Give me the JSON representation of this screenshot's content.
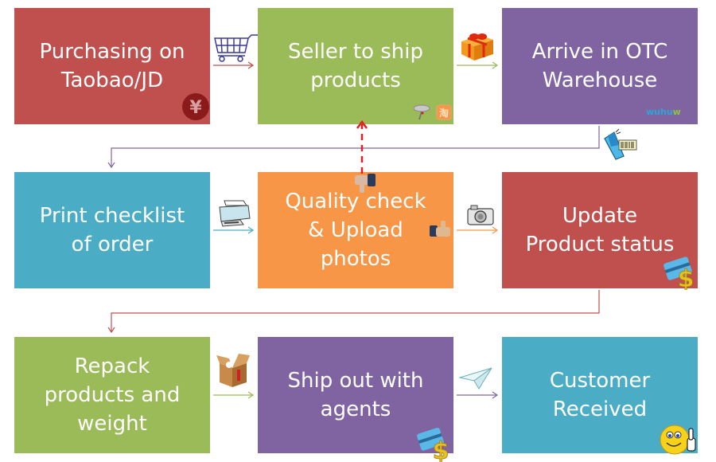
{
  "steps": [
    {
      "label": "Purchasing on\nTaobao/JD",
      "color": "#c0504d",
      "icon": "yen-coin-icon"
    },
    {
      "label": "Seller to ship\nproducts",
      "color": "#9bbb59",
      "icon": "courier-icon"
    },
    {
      "label": "Arrive in OTC\nWarehouse",
      "color": "#8064a2",
      "icon": "wuhuw-logo"
    },
    {
      "label": "Print checklist\nof order",
      "color": "#4bacc6",
      "icon": "printer-icon"
    },
    {
      "label": "Quality check\n& Upload\nphotos",
      "color": "#f79646",
      "icon": "thumbs-icon"
    },
    {
      "label": "Update\nProduct status",
      "color": "#c0504d",
      "icon": "credit-card-dollar-icon"
    },
    {
      "label": "Repack\nproducts and\nweight",
      "color": "#9bbb59",
      "icon": "open-box-icon"
    },
    {
      "label": "Ship out with\nagents",
      "color": "#8064a2",
      "icon": "credit-card-dollar-icon"
    },
    {
      "label": "Customer\nReceived",
      "color": "#4bacc6",
      "icon": "smiley-thumbs-up-icon"
    }
  ],
  "logo": {
    "text_blue": "wuhu",
    "text_green": "w"
  },
  "colors": {
    "reject_arrow": "#e02020",
    "accent_green": "#9bbb59",
    "accent_purple": "#8064a2",
    "accent_red": "#c0504d",
    "accent_blue": "#4bacc6",
    "accent_orange": "#f79646"
  }
}
